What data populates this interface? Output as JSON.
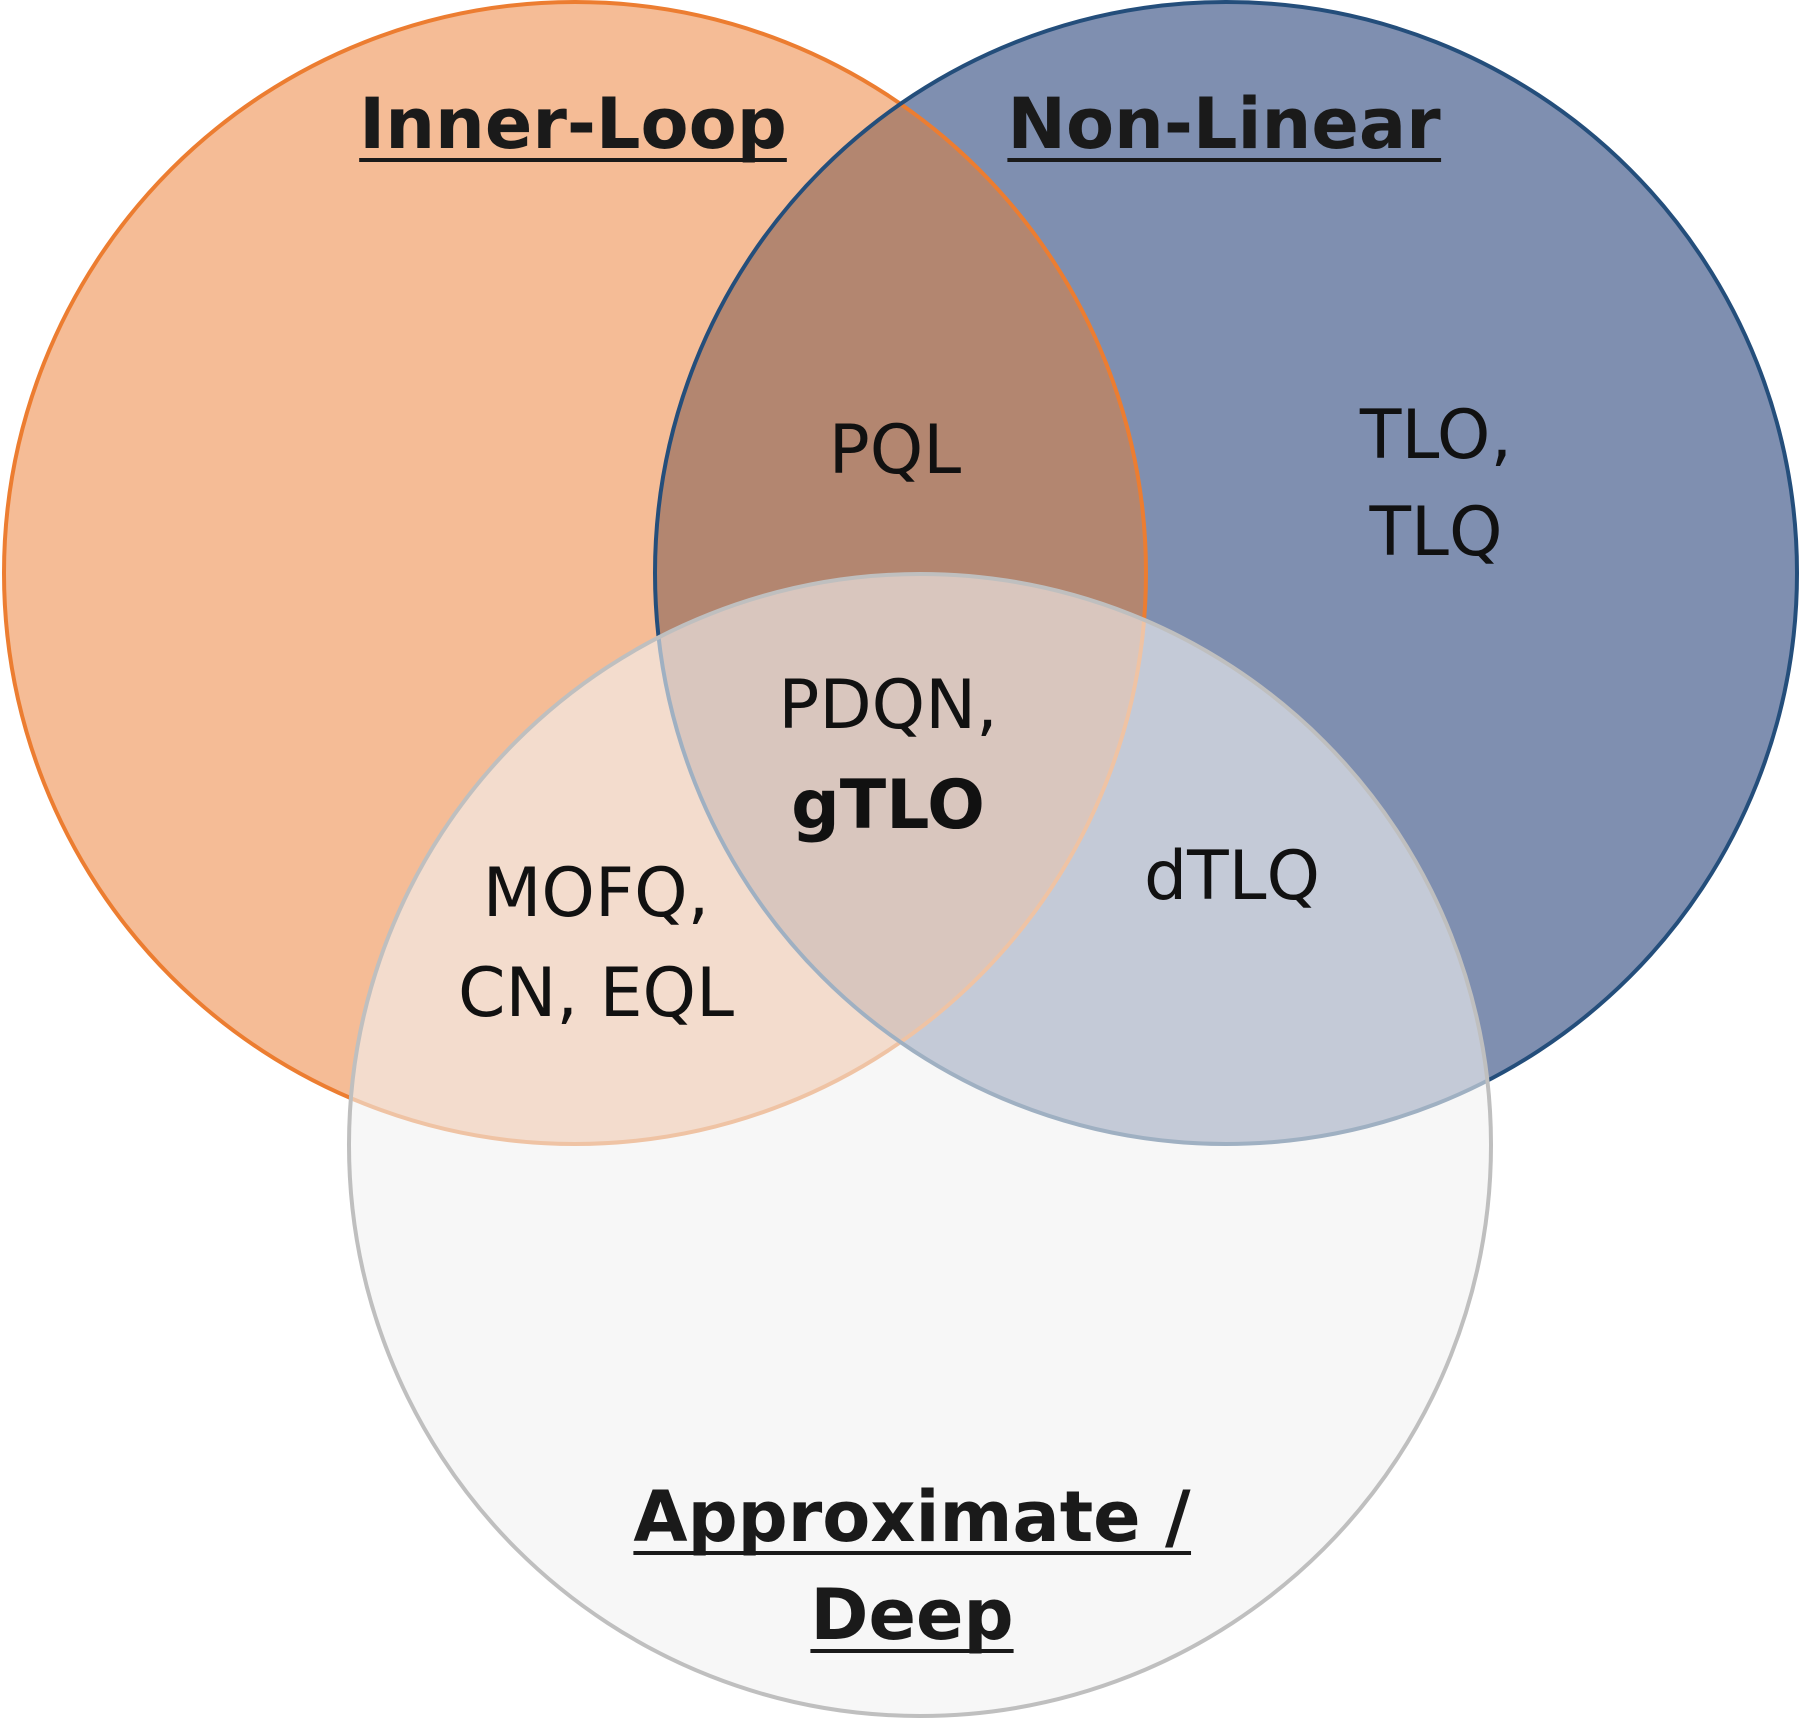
{
  "sets": {
    "inner_loop": {
      "title": "Inner-Loop",
      "fill": "#f5bc96",
      "stroke": "#ec7d31"
    },
    "non_linear": {
      "title": "Non-Linear",
      "fill": "#7f8fb0",
      "stroke": "#244e7b"
    },
    "approx_deep": {
      "title_line1": "Approximate /",
      "title_line2": "Deep",
      "fill": "#f2f2f2",
      "fill_opacity": 0.6,
      "stroke": "#bfbfbf"
    }
  },
  "regions": {
    "inner_nonlinear": {
      "line1": "PQL"
    },
    "nonlinear_only": {
      "line1": "TLO,",
      "line2": "TLQ"
    },
    "all_three": {
      "line1": "PDQN,",
      "line2": "gTLO"
    },
    "inner_approx": {
      "line1": "MOFQ,",
      "line2": "CN, EQL"
    },
    "nonlinear_approx": {
      "line1": "dTLQ"
    }
  },
  "colors": {
    "intersection_inner_nonlinear": "#b38670",
    "text": "#111111"
  }
}
